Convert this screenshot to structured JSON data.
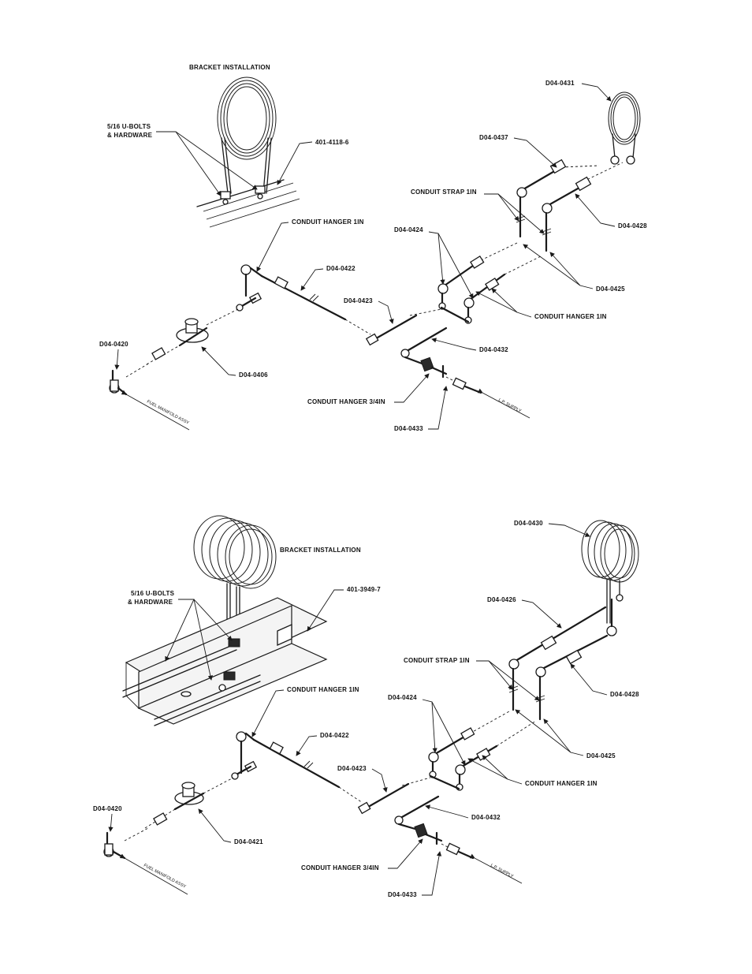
{
  "top": {
    "bracket_title": "BRACKET  INSTALLATION",
    "ubolts_line1": "5/16 U-BOLTS",
    "ubolts_line2": "& HARDWARE",
    "bracket_part": "401-4118-6",
    "conduit_hanger_1in_a": "CONDUIT HANGER 1IN",
    "p_0422": "D04-0422",
    "p_0423": "D04-0423",
    "p_0420": "D04-0420",
    "p_0406": "D04-0406",
    "p_0424": "D04-0424",
    "conduit_strap_1in": "CONDUIT STRAP 1IN",
    "p_0437": "D04-0437",
    "p_0431": "D04-0431",
    "p_0428": "D04-0428",
    "p_0425": "D04-0425",
    "conduit_hanger_1in_b": "CONDUIT HANGER 1IN",
    "p_0432": "D04-0432",
    "conduit_hanger_34in": "CONDUIT HANGER 3/4IN",
    "p_0433": "D04-0433",
    "fuel_manifold": "FUEL MANIFOLD ASSY",
    "lp_supply": "L.P. SUPPLY"
  },
  "bottom": {
    "bracket_title": "BRACKET  INSTALLATION",
    "ubolts_line1": "5/16 U-BOLTS",
    "ubolts_line2": "& HARDWARE",
    "bracket_part": "401-3949-7",
    "p_0430": "D04-0430",
    "p_0426": "D04-0426",
    "conduit_strap_1in": "CONDUIT STRAP 1IN",
    "p_0428": "D04-0428",
    "conduit_hanger_1in_a": "CONDUIT HANGER 1IN",
    "p_0424": "D04-0424",
    "p_0422": "D04-0422",
    "p_0425": "D04-0425",
    "p_0423": "D04-0423",
    "conduit_hanger_1in_b": "CONDUIT HANGER 1IN",
    "p_0420": "D04-0420",
    "p_0432": "D04-0432",
    "p_0421": "D04-0421",
    "conduit_hanger_34in": "CONDUIT HANGER 3/4IN",
    "p_0433": "D04-0433",
    "fuel_manifold": "FUEL MANIFOLD ASSY",
    "lp_supply": "L.P. SUPPLY"
  }
}
